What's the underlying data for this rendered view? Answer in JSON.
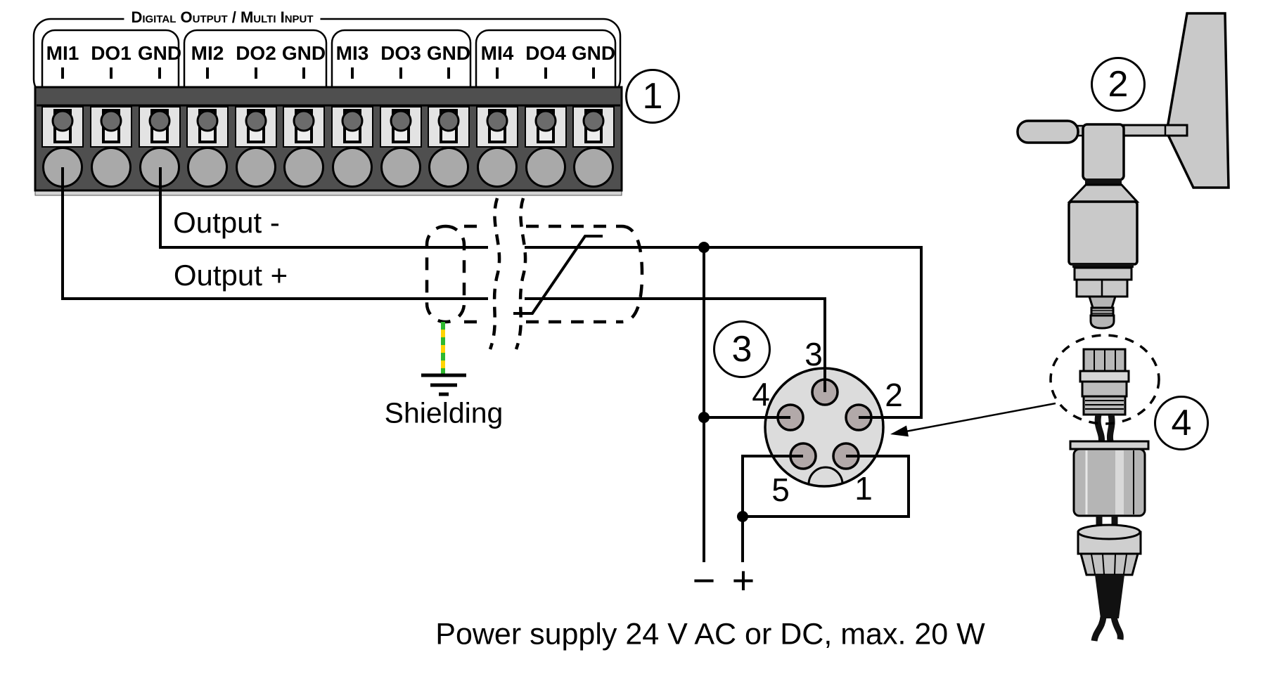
{
  "diagram_title": "Digital Output / Multi Input",
  "terminal_block": {
    "labels": [
      "MI1",
      "DO1",
      "GND",
      "MI2",
      "DO2",
      "GND",
      "MI3",
      "DO3",
      "GND",
      "MI4",
      "DO4",
      "GND"
    ]
  },
  "callouts": {
    "terminal_block": "1",
    "wind_vane": "2",
    "connector_pinout": "3",
    "cable_gland": "4"
  },
  "wire_labels": {
    "output_minus": "Output -",
    "output_plus": "Output +",
    "shielding": "Shielding"
  },
  "connector": {
    "pin_labels": [
      "1",
      "2",
      "3",
      "4",
      "5"
    ]
  },
  "power": {
    "minus": "−",
    "plus": "+",
    "caption": "Power supply 24 V AC or DC, max. 20 W"
  },
  "colors": {
    "ground_wire_green": "#2eb82e",
    "ground_wire_yellow": "#ffd400",
    "block_dark": "#4f4f4f",
    "connector_face": "#dcdcdc",
    "pin_fill": "#b2a9a9"
  }
}
